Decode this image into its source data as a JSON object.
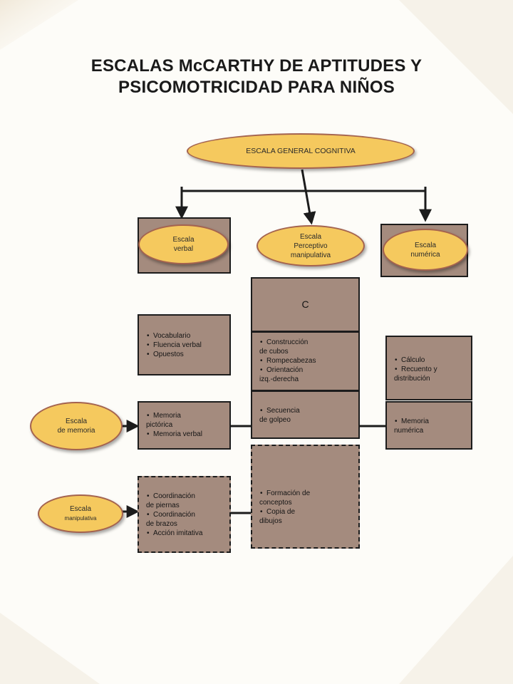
{
  "title": {
    "line1": "ESCALAS McCARTHY DE APTITUDES Y",
    "line2": "PSICOMOTRICIDAD PARA NIÑOS"
  },
  "nodes": {
    "general": {
      "label": "ESCALA GENERAL COGNITIVA"
    },
    "verbal": {
      "line1": "Escala",
      "line2": "verbal"
    },
    "perceptivo": {
      "line1": "Escala",
      "line2": "Perceptivo",
      "line3": "manipulativa"
    },
    "numerica": {
      "line1": "Escala",
      "line2": "numérica"
    },
    "memoria": {
      "line1": "Escala",
      "line2": "de memoria"
    },
    "motricidad": {
      "line1": "Escala",
      "line2": "manipulativa"
    }
  },
  "boxes": {
    "perceptivo_header": {
      "label": "C"
    },
    "verbal_tests": [
      "Vocabulario",
      "Fluencia verbal",
      "Opuestos"
    ],
    "perceptivo_tests": [
      "Construcción",
      "de cubos",
      "Rompecabezas",
      "Orientación",
      "izq.-derecha"
    ],
    "numerica_tests": [
      "Cálculo",
      "Recuento y",
      "distribución"
    ],
    "memoria_verbal": [
      "Memoria",
      "pictórica",
      "Memoria verbal"
    ],
    "memoria_perceptiva": [
      "Secuencia",
      "de golpeo"
    ],
    "memoria_numerica": [
      "Memoria",
      "numérica"
    ],
    "motricidad_tests": [
      "Coordinación",
      "de piernas",
      "Coordinación",
      "de brazos",
      "Acción imitativa"
    ],
    "perceptivo_extra": [
      "Formación de",
      "conceptos",
      "Copia de",
      "dibujos"
    ]
  },
  "colors": {
    "ellipse_fill": "#f5c95e",
    "ellipse_border": "#a4634f",
    "box_fill": "#a48b7e",
    "line": "#1c1c1c"
  }
}
